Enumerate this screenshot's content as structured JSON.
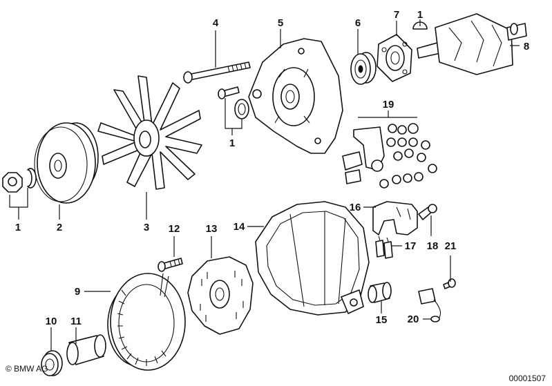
{
  "callouts": [
    "1",
    "2",
    "3",
    "4",
    "5",
    "6",
    "7",
    "1",
    "8",
    "1",
    "19",
    "9",
    "10",
    "11",
    "12",
    "13",
    "14",
    "16",
    "17",
    "18",
    "21",
    "15",
    "20"
  ],
  "copyright": "© BMW AG",
  "diagram_id": "00001507"
}
